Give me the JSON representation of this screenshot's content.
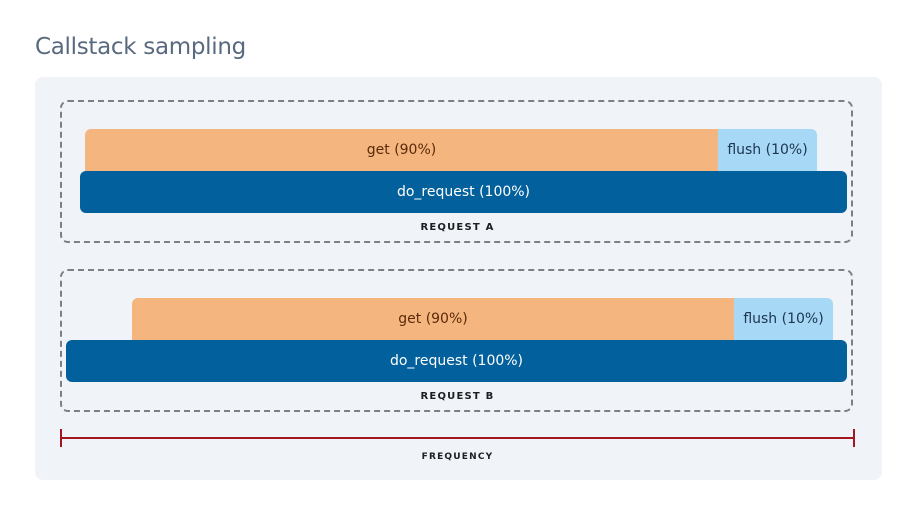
{
  "title": "Callstack sampling",
  "colors": {
    "get": "#f5b57e",
    "flush": "#a7d8f5",
    "do_request": "#02609c",
    "frequency_axis": "#a4161f",
    "panel_bg": "#f0f3f7"
  },
  "requests": [
    {
      "label": "REQUEST A",
      "frames": {
        "get": "get (90%)",
        "flush": "flush (10%)",
        "do_request": "do_request (100%)"
      }
    },
    {
      "label": "REQUEST B",
      "frames": {
        "get": "get (90%)",
        "flush": "flush (10%)",
        "do_request": "do_request (100%)"
      }
    }
  ],
  "axis": {
    "label": "FREQUENCY"
  }
}
